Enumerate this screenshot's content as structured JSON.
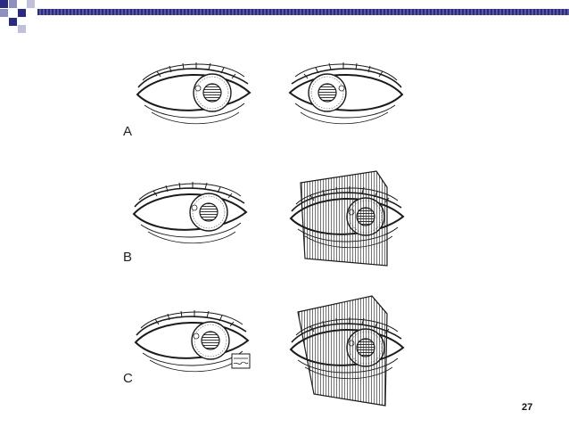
{
  "labels": {
    "a": "A",
    "b": "B",
    "c": "C"
  },
  "slide_number": "27",
  "colors": {
    "accent": "#2a2a80",
    "accent_light": "#8f8fc0",
    "ink": "#1a1a1a"
  }
}
